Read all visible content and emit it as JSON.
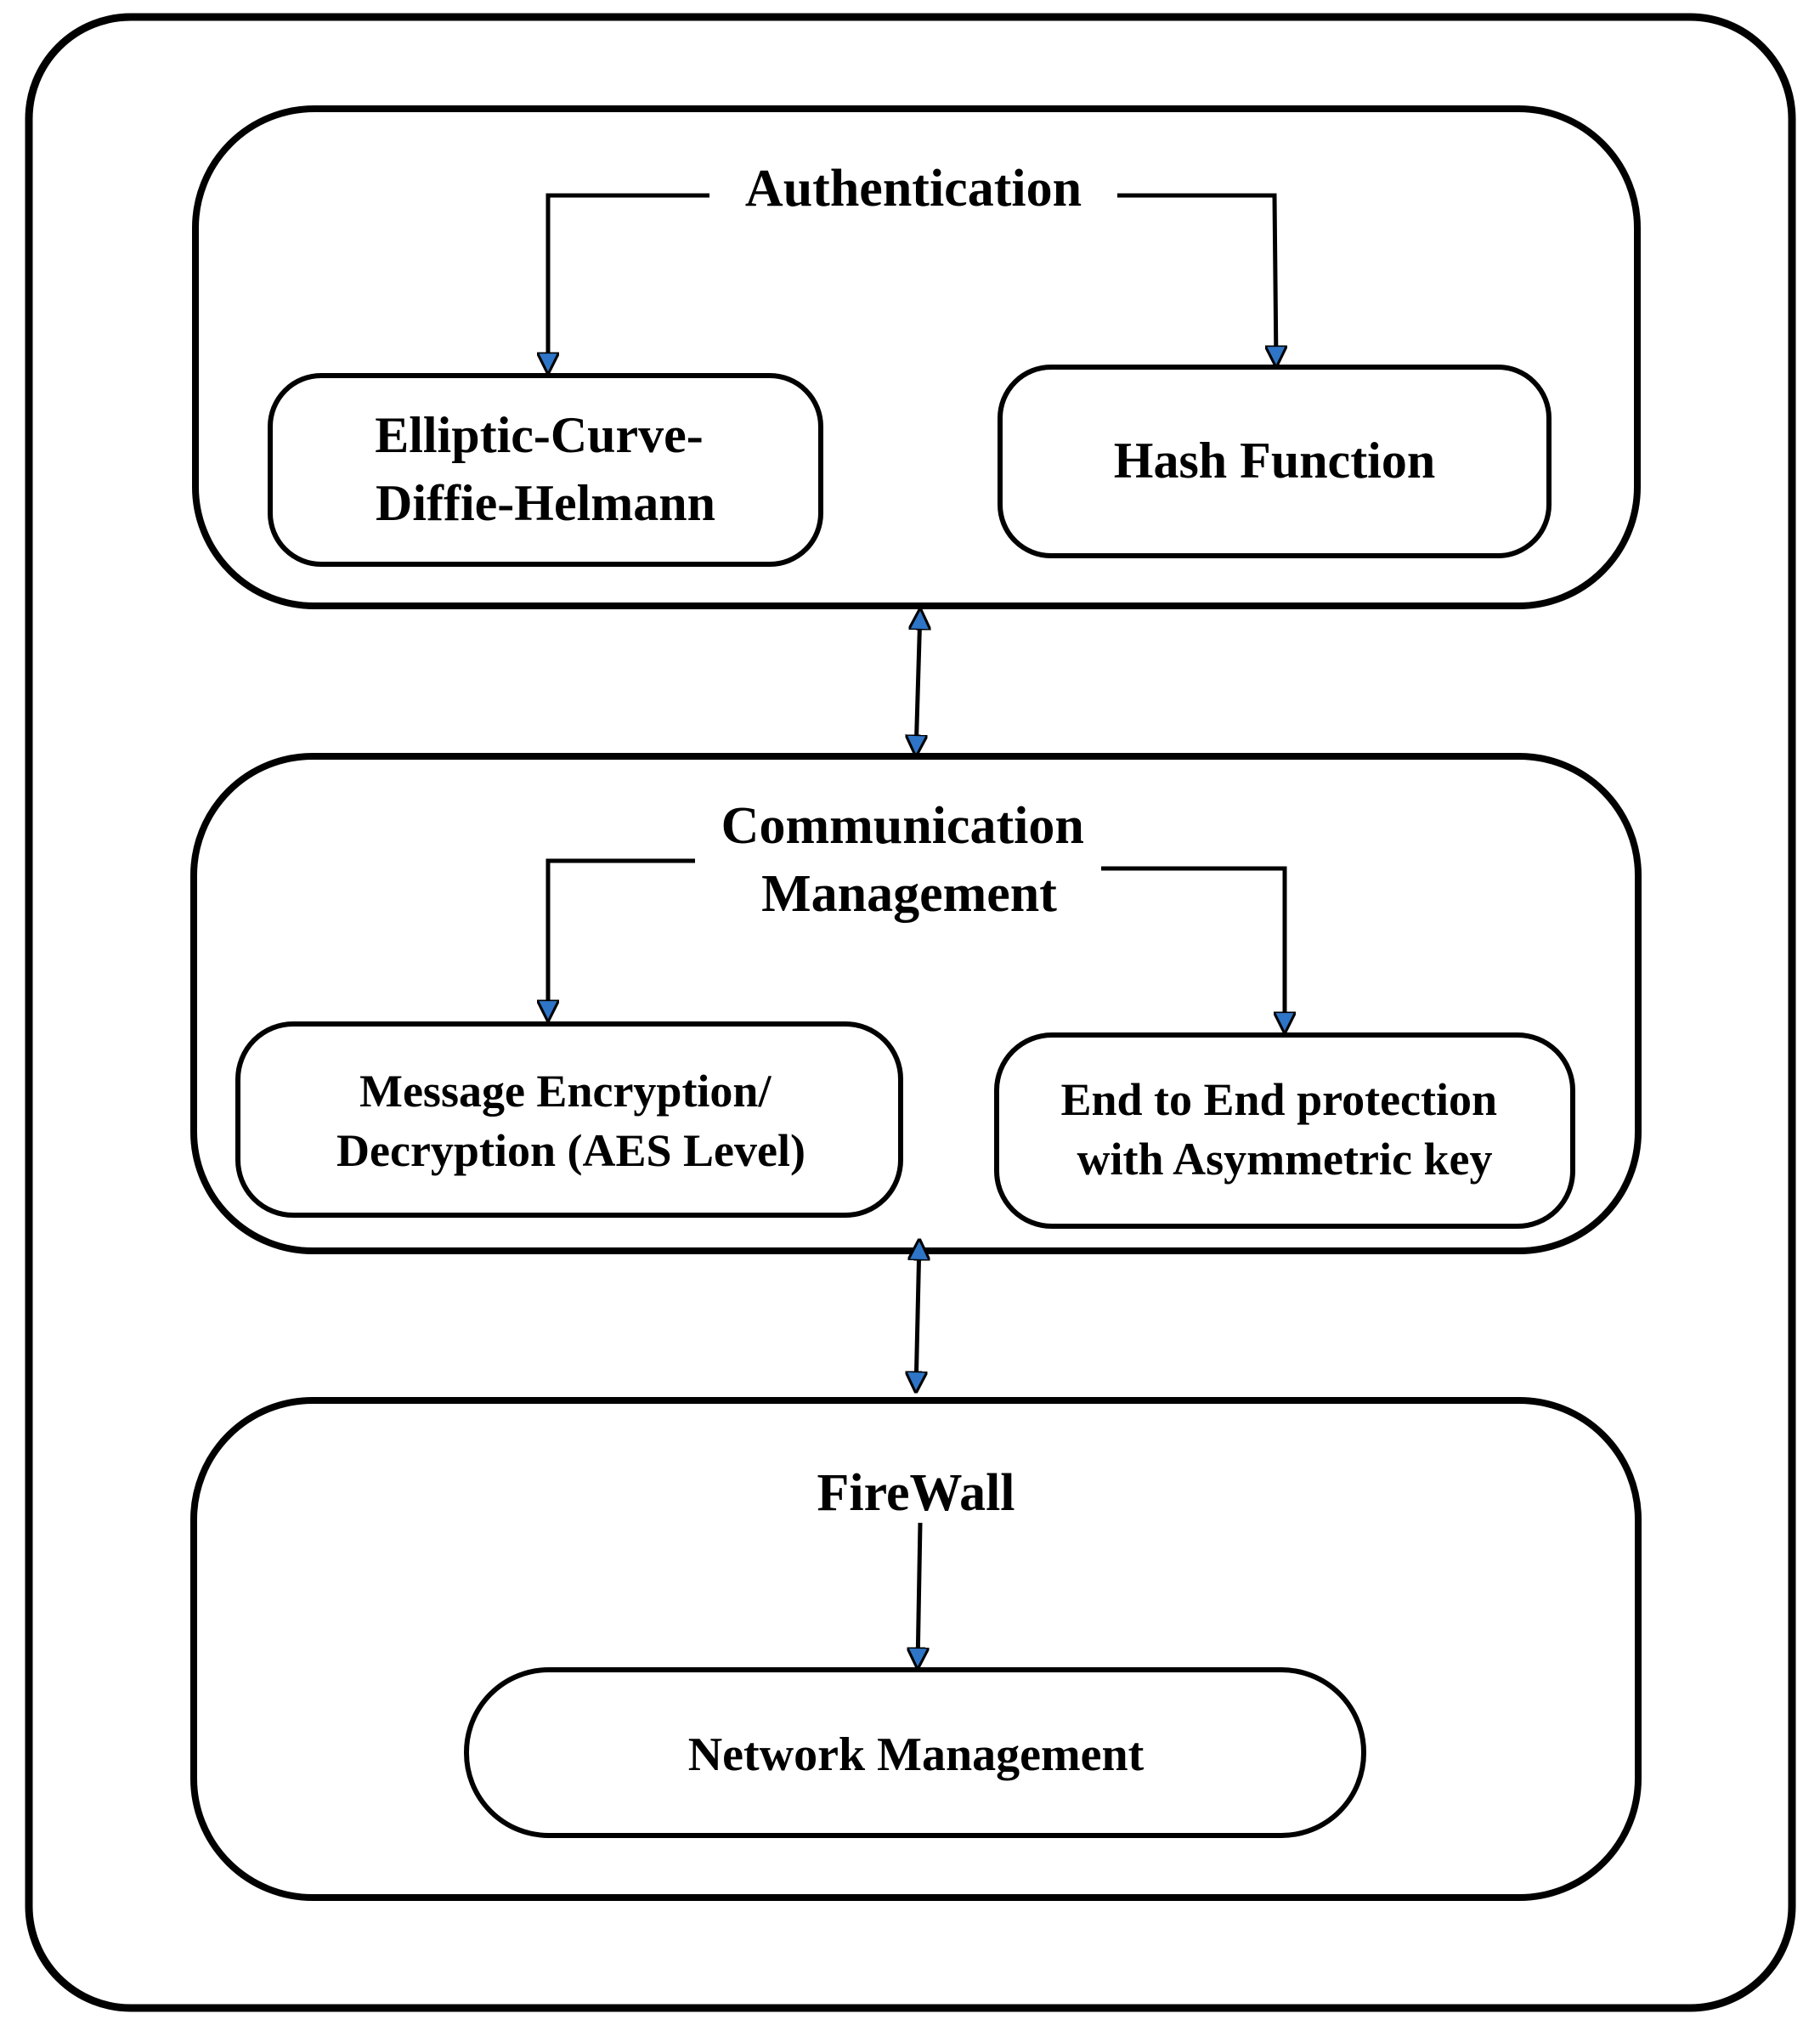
{
  "layers": {
    "authentication": {
      "title": "Authentication",
      "left_box_lines": [
        "Elliptic-Curve-",
        "Diffie-Helmann"
      ],
      "right_box_label": "Hash Function"
    },
    "communication": {
      "title_lines": [
        "Communication",
        "Management"
      ],
      "left_box_lines": [
        "Message Encryption/",
        "Decryption (AES Level)"
      ],
      "right_box_lines": [
        "End to End protection",
        "with Asymmetric key"
      ]
    },
    "firewall": {
      "title": "FireWall",
      "box_label": "Network Management"
    }
  },
  "colors": {
    "stroke": "#000000",
    "arrowhead_fill": "#2e75c7",
    "background": "#ffffff"
  }
}
